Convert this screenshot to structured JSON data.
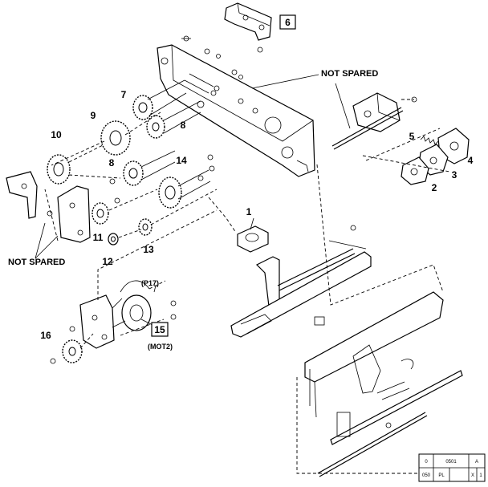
{
  "callouts": {
    "c1": "1",
    "c2": "2",
    "c3": "3",
    "c4": "4",
    "c5": "5",
    "c6": "6",
    "c7": "7",
    "c8a": "8",
    "c8b": "8",
    "c9": "9",
    "c10": "10",
    "c11": "11",
    "c12": "12",
    "c13": "13",
    "c14": "14",
    "c15": "15",
    "c16": "16"
  },
  "notes": {
    "not_spared_top": "NOT SPARED",
    "not_spared_left": "NOT SPARED",
    "p17": "(P17)",
    "mot2": "(MOT2)"
  },
  "title_block": {
    "r1c1": "0",
    "r1c2": "0501",
    "r1c3": "A",
    "r2c1": "050",
    "r2c2": "PL",
    "r2c3": "X",
    "r2c4": "1"
  }
}
